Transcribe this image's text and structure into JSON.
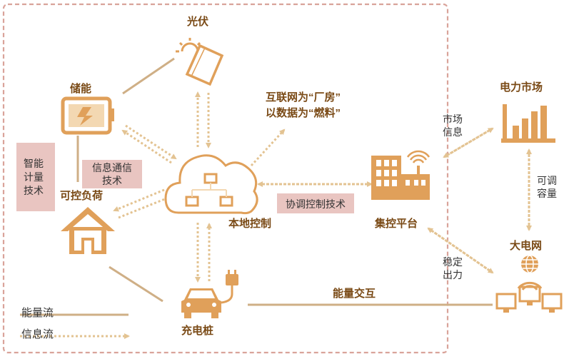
{
  "nodes": {
    "pv": "光伏",
    "storage": "储能",
    "load": "可控负荷",
    "cloud": "本地控制",
    "charger": "充电桩",
    "platform": "集控平台",
    "market": "电力市场",
    "grid": "大电网"
  },
  "labels": {
    "internet_line1": "互联网为“厂房”",
    "internet_line2": "以数据为“燃料”",
    "market_info_1": "市场",
    "market_info_2": "信息",
    "adjustable_1": "可调",
    "adjustable_2": "容量",
    "stable_1": "稳定",
    "stable_2": "出力",
    "energy_exchange": "能量交互",
    "smart_1": "智能",
    "smart_2": "计量",
    "smart_3": "技术",
    "comm_1": "信息通信",
    "comm_2": "技术",
    "coord": "协调控制技术"
  },
  "legend": {
    "energy": "能量流",
    "info": "信息流"
  },
  "colors": {
    "accent": "#E0A05A",
    "dark_label": "#7A4A16",
    "dashed_border": "#D9A39A",
    "tech_box": "#E9C5C1",
    "energy_line": "#CFAF86",
    "info_line": "#E3C392"
  },
  "icons": [
    "sun-solar-panel-icon",
    "battery-icon",
    "house-icon",
    "cloud-network-icon",
    "electric-car-icon",
    "building-antenna-icon",
    "bar-chart-icon",
    "grid-computers-icon"
  ]
}
